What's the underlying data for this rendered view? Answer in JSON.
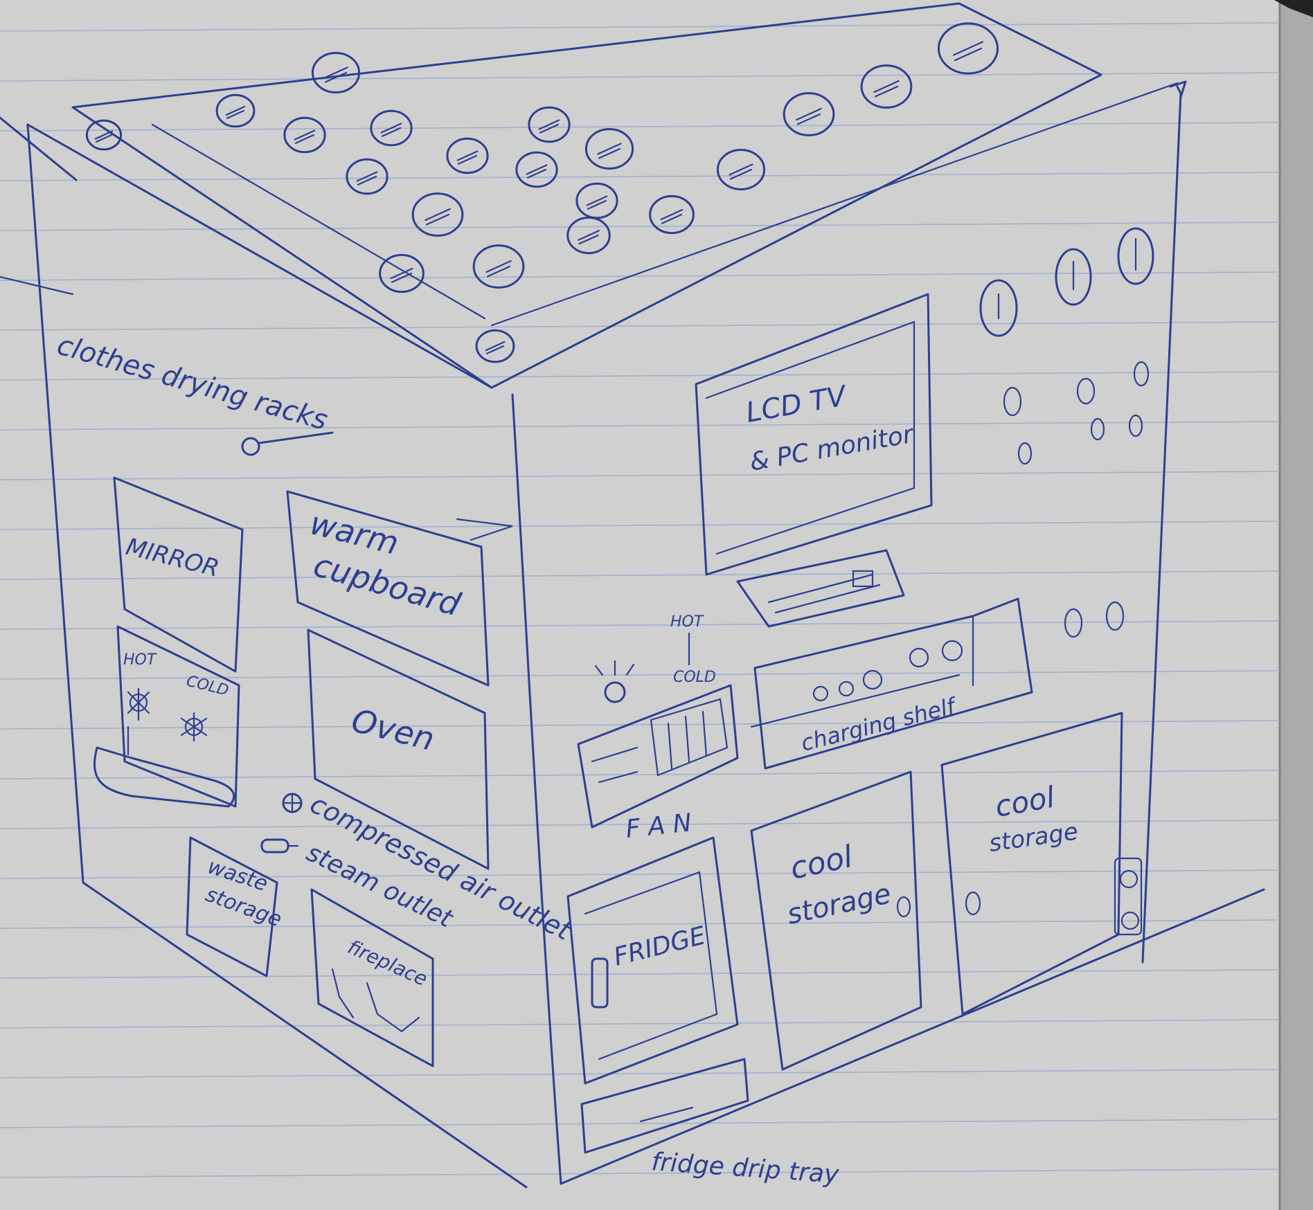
{
  "colors": {
    "paper": "#cfd0cf",
    "ink": "#2e3f8f",
    "rule_line": "#8fa6cf",
    "margin": "#a9aaa9"
  },
  "labels": {
    "drying_racks": "clothes drying racks",
    "mirror": "MIRROR",
    "warm_cupboard_1": "warm",
    "warm_cupboard_2": "cupboard",
    "oven": "Oven",
    "sink_hot": "HOT",
    "sink_cold": "COLD",
    "waste_1": "waste",
    "waste_2": "storage",
    "fireplace": "fireplace",
    "compressed_air": "compressed air outlet",
    "steam": "steam outlet",
    "tv_1": "LCD TV",
    "tv_2": "& PC monitor",
    "fan_hot": "HOT",
    "fan_cold": "COLD",
    "fan": "F A N",
    "charging_shelf": "charging shelf",
    "cool_storage_a1": "cool",
    "cool_storage_a2": "storage",
    "cool_storage_b1": "cool",
    "cool_storage_b2": "storage",
    "fridge": "FRIDGE",
    "fridge_drip_tray": "fridge drip tray"
  },
  "icons": [
    "ceiling-light-icon",
    "wall-dial-icon",
    "wall-button-icon",
    "compressed-air-outlet-icon",
    "steam-outlet-icon",
    "lamp-icon"
  ]
}
